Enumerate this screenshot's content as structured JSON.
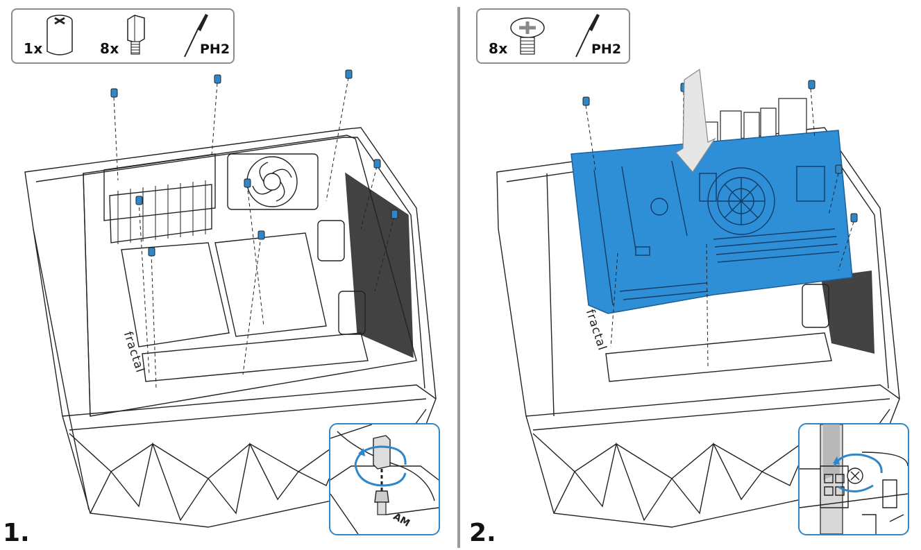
{
  "colors": {
    "accent": "#2f86c8",
    "highlight": "#2f8fd6",
    "line": "#222222",
    "divider": "#9a9a9a"
  },
  "steps": [
    {
      "number": "1.",
      "parts": [
        {
          "qty": "1x",
          "icon": "standoff-tool-icon"
        },
        {
          "qty": "8x",
          "icon": "standoff-icon"
        }
      ],
      "tool": "PH2",
      "brand": "fractal",
      "inset_text": "AM"
    },
    {
      "number": "2.",
      "parts": [
        {
          "qty": "8x",
          "icon": "screw-icon"
        }
      ],
      "tool": "PH2",
      "brand": "fractal"
    }
  ]
}
